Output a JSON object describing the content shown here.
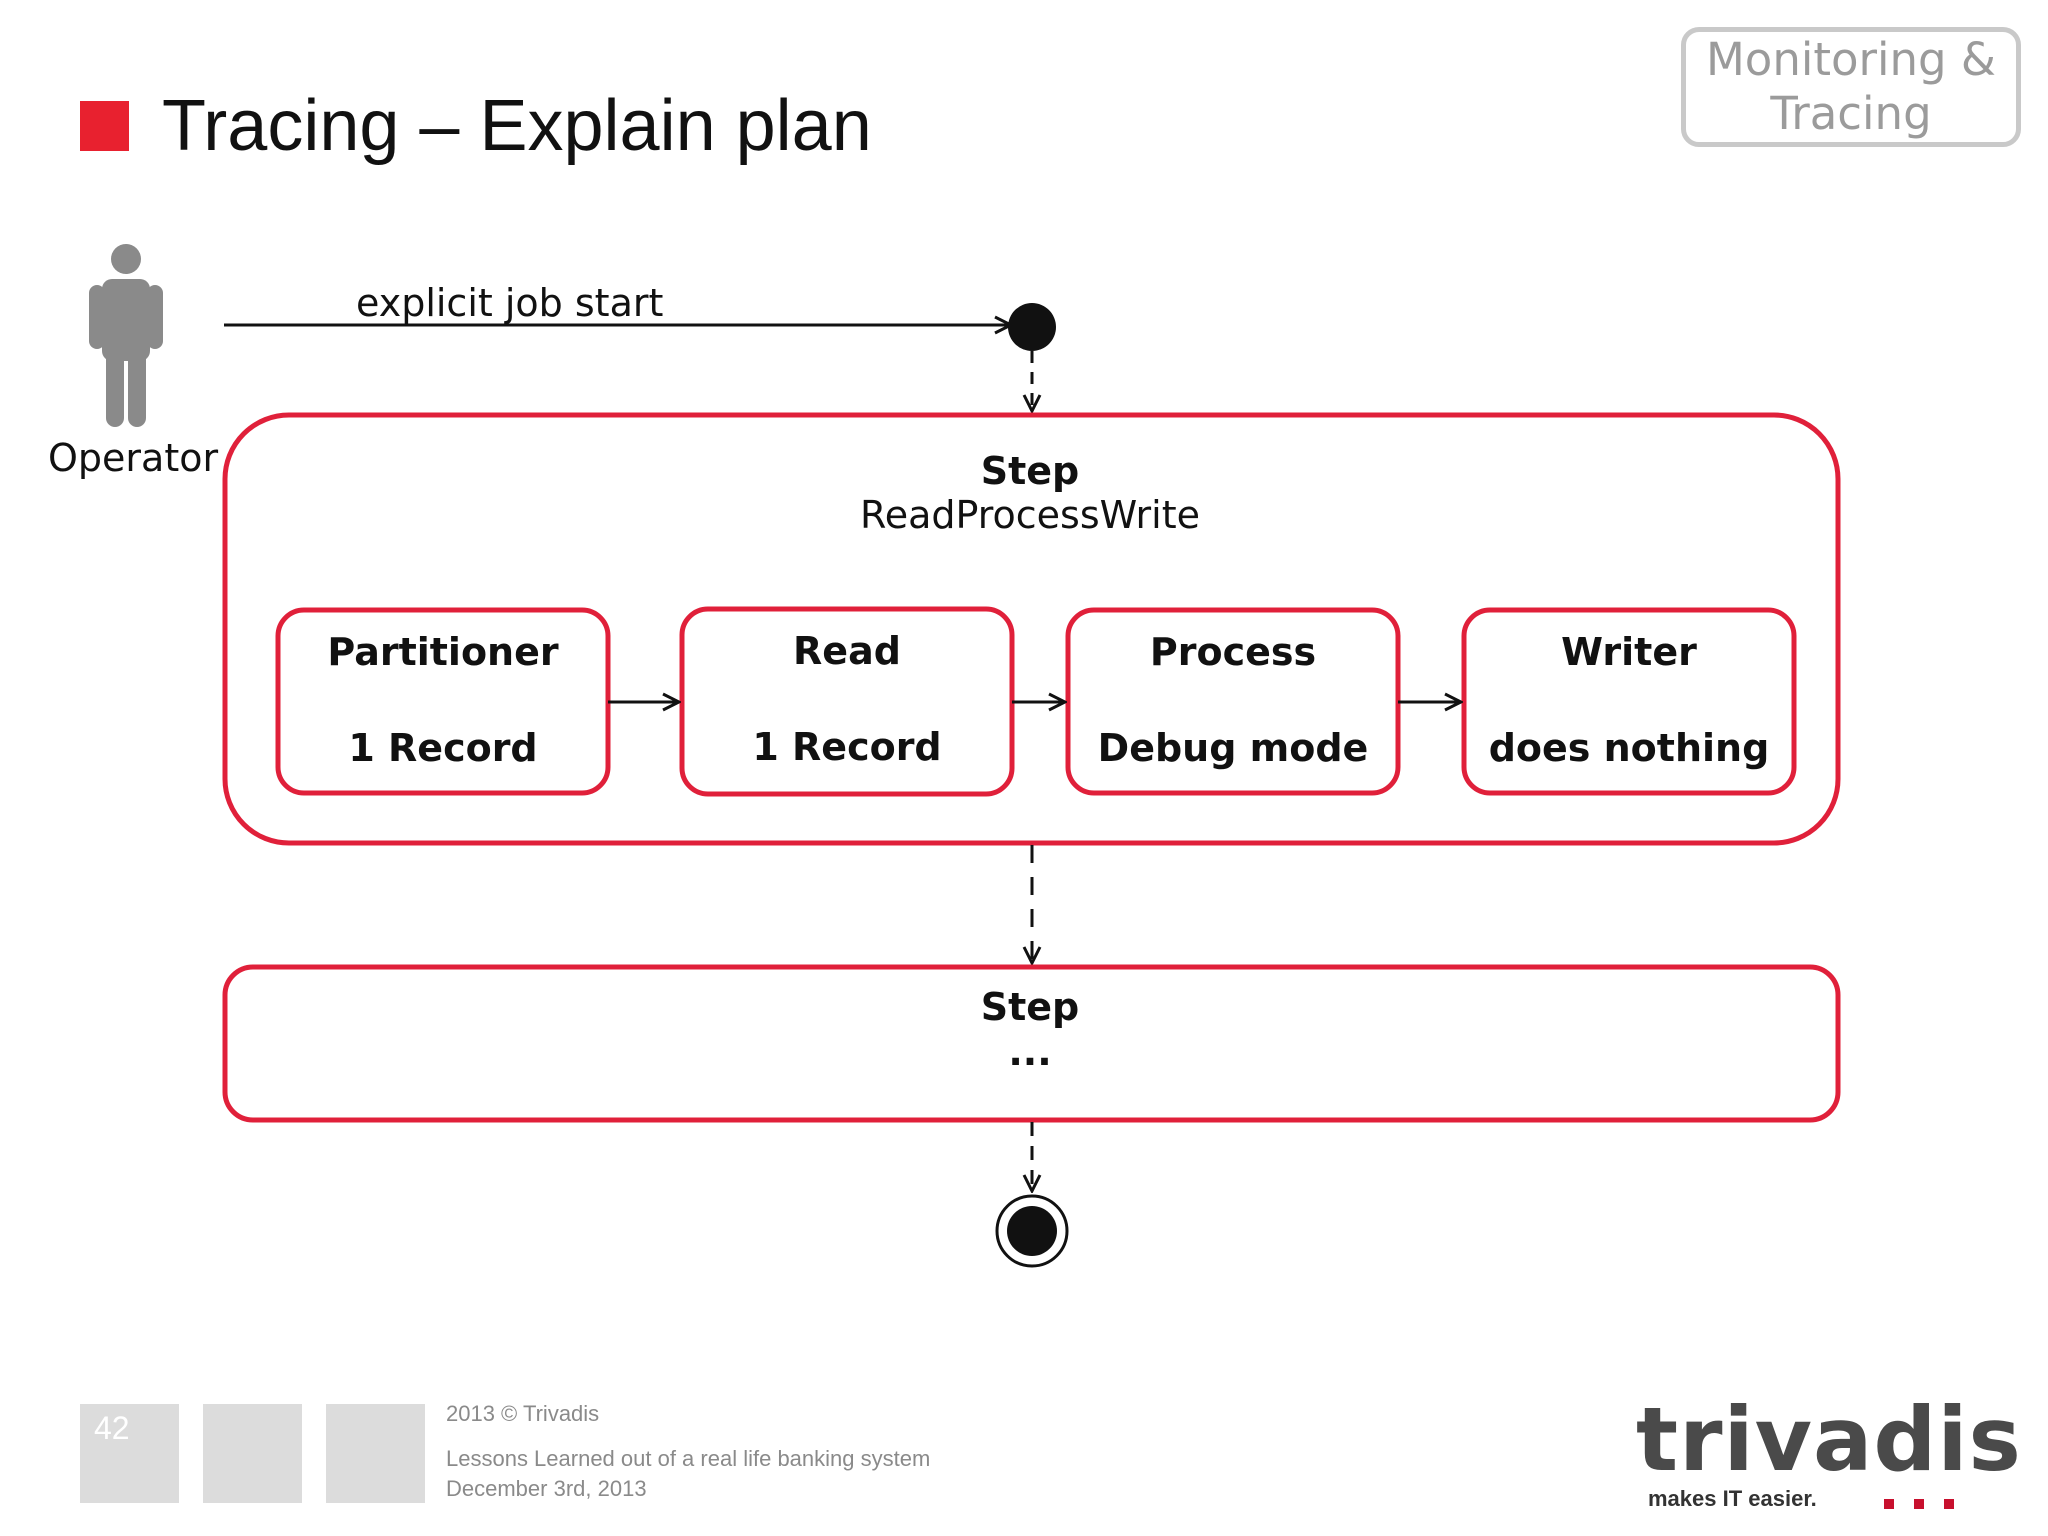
{
  "header": {
    "title": "Tracing – Explain plan",
    "section_tag_line1": "Monitoring &",
    "section_tag_line2": "Tracing"
  },
  "diagram": {
    "actor_label": "Operator",
    "start_edge_label": "explicit job start",
    "step1": {
      "title": "Step",
      "subtitle": "ReadProcessWrite",
      "boxes": [
        {
          "title": "Partitioner",
          "detail": "1 Record"
        },
        {
          "title": "Read",
          "detail": "1 Record"
        },
        {
          "title": "Process",
          "detail": "Debug mode"
        },
        {
          "title": "Writer",
          "detail": "does nothing"
        }
      ]
    },
    "step2": {
      "title": "Step",
      "subtitle": "..."
    }
  },
  "footer": {
    "page_number": "42",
    "copyright": "2013 © Trivadis",
    "talk_title": "Lessons Learned out of a real life banking system",
    "date": "December 3rd, 2013"
  },
  "logo": {
    "word": "trivadis",
    "tagline": "makes IT easier."
  },
  "colors": {
    "accent": "#e8212f",
    "box_border": "#e0203a",
    "text": "#111111"
  }
}
